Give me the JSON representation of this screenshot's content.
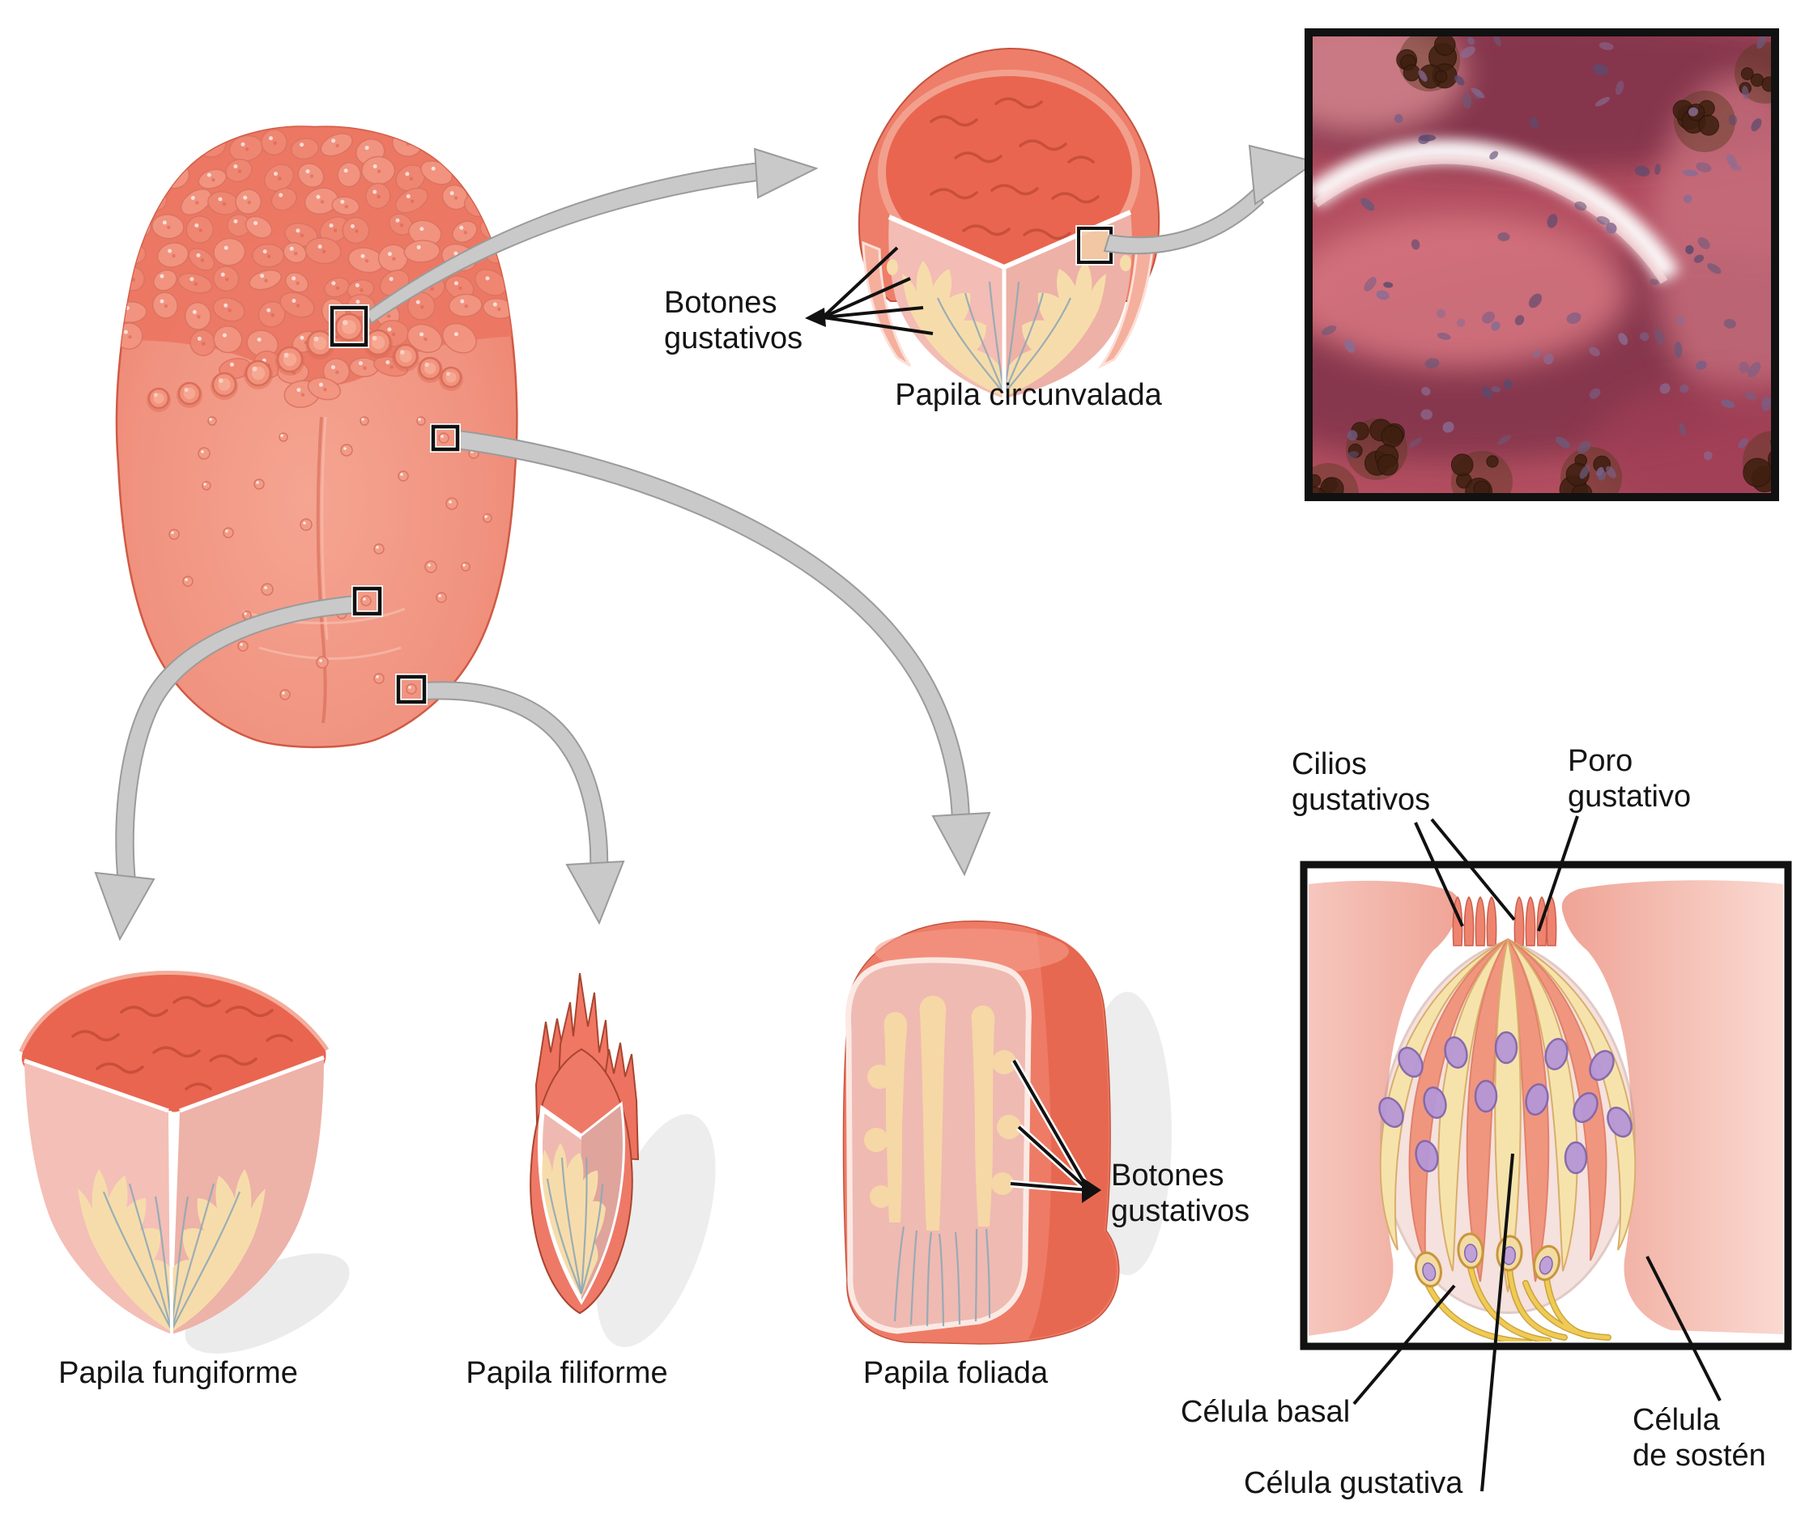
{
  "diagram": {
    "circumvallate": {
      "label": "Papila circunvalada",
      "taste_buds_label": "Botones\ngustativos"
    },
    "fungiform": {
      "label": "Papila fungiforme"
    },
    "filiform": {
      "label": "Papila filiforme"
    },
    "foliate": {
      "label": "Papila foliada",
      "taste_buds_label": "Botones\ngustativos"
    },
    "taste_bud": {
      "cilia_label": "Cilios\ngustativos",
      "pore_label": "Poro\ngustativo",
      "basal_cell_label": "Célula basal",
      "gustatory_cell_label": "Célula gustativa",
      "supporting_cell_label": "Célula\nde sostén"
    }
  },
  "colors": {
    "tongue": "#F09380",
    "tongue_edge": "#D05A44",
    "papilla_surface": "#E96550",
    "cut_face_pink": "#F3BCB4",
    "taste_column_cream": "#F7DCAB",
    "nerve_fiber_blue": "#8FA9B6",
    "arrow_gray": "#C9C9C9",
    "bud_cell_cream": "#F6E3AC",
    "bud_cell_salmon": "#F0967F",
    "nucleus_purple": "#B697D6",
    "nerve_yellow": "#EFCB55",
    "epithelium_pink": "#F3B1A6",
    "micrograph_base": "#B24E60",
    "label_text": "#141414"
  }
}
